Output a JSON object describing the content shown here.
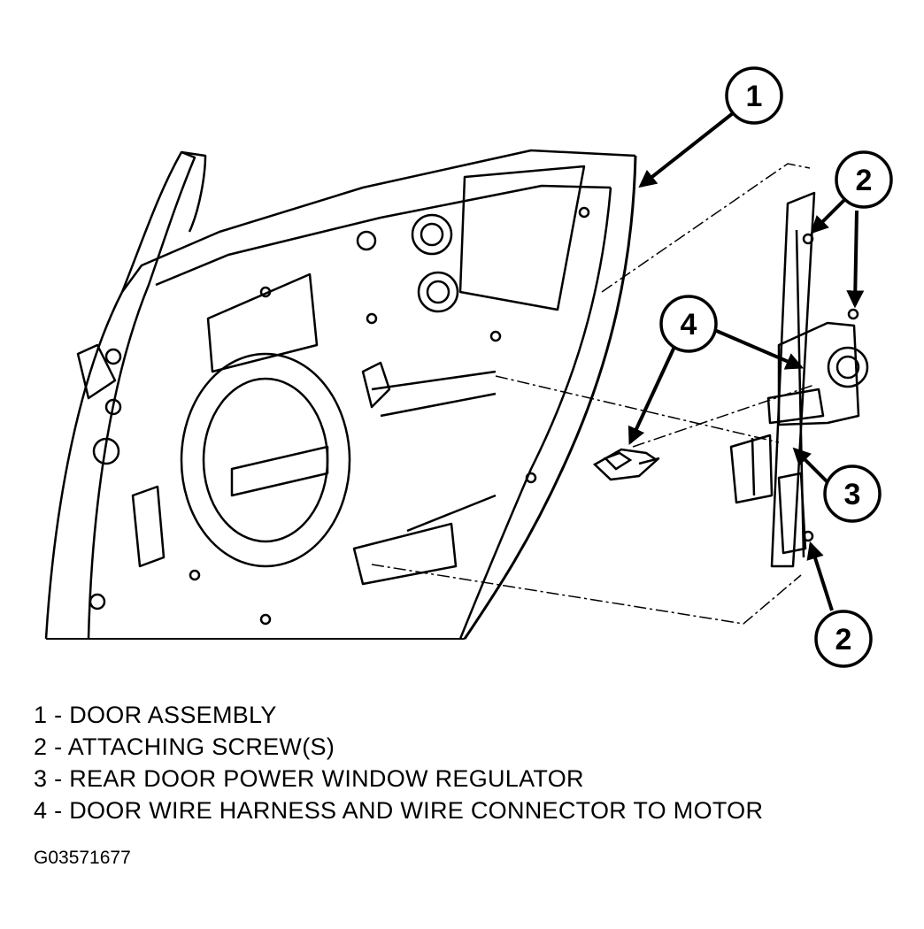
{
  "callouts": {
    "c1": "1",
    "c2a": "2",
    "c2b": "2",
    "c3": "3",
    "c4": "4"
  },
  "legend": [
    "1 - DOOR ASSEMBLY",
    "2 - ATTACHING SCREW(S)",
    "3 - REAR DOOR POWER WINDOW REGULATOR",
    "4 - DOOR WIRE HARNESS AND WIRE CONNECTOR TO MOTOR"
  ],
  "figure_id": "G03571677"
}
